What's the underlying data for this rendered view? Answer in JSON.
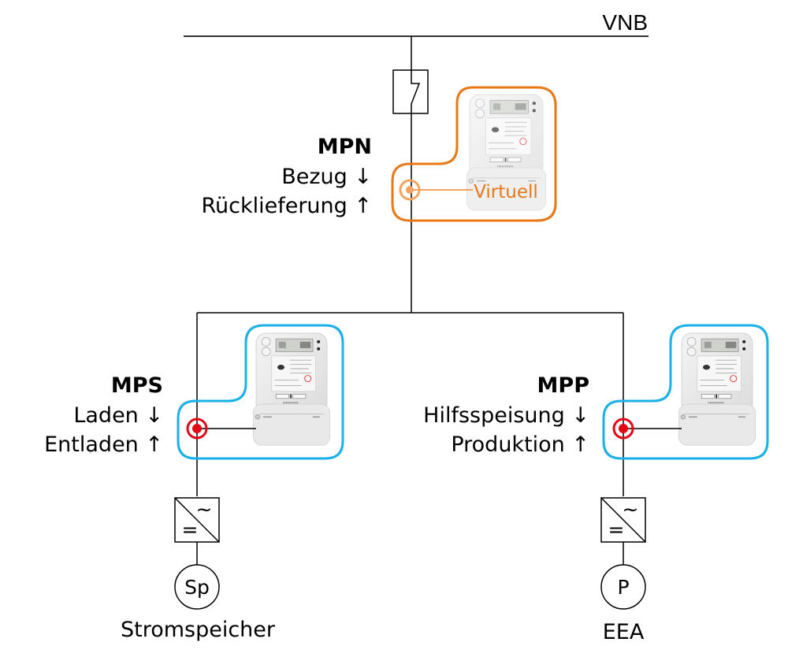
{
  "grid": {
    "label": "VNB"
  },
  "mpn": {
    "title": "MPN",
    "line1": "Bezug ↓",
    "line2": "Rücklieferung ↑",
    "meter_tag": "Virtuell",
    "meter_type": "virtual",
    "color": "#e67817",
    "point_color": "#f4a460"
  },
  "mps": {
    "title": "MPS",
    "line1": "Laden ↓",
    "line2": "Entladen ↑",
    "color": "#1ab0e8",
    "point_color": "#e30613"
  },
  "mpp": {
    "title": "MPP",
    "line1": "Hilfsspeisung ↓",
    "line2": "Produktion ↑",
    "color": "#1ab0e8",
    "point_color": "#e30613"
  },
  "inverter": {
    "ac_symbol": "~",
    "dc_symbol": "="
  },
  "storage": {
    "symbol": "Sp",
    "label": "Stromspeicher"
  },
  "producer": {
    "symbol": "P",
    "label": "EEA"
  }
}
